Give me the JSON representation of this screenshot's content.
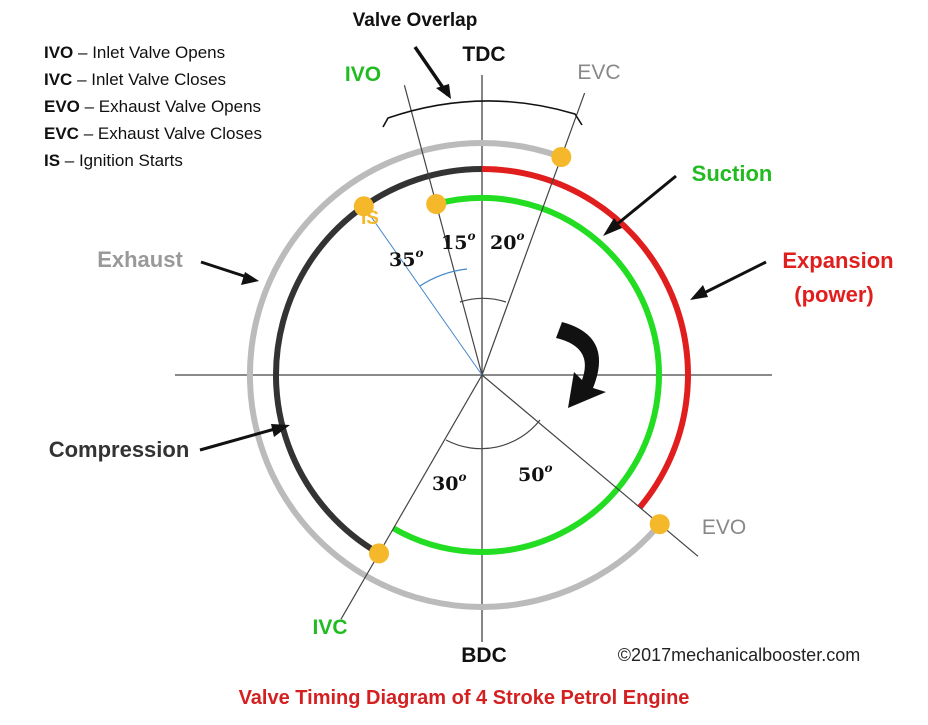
{
  "legend": [
    {
      "abbr": "IVO",
      "desc": " – Inlet Valve Opens"
    },
    {
      "abbr": "IVC",
      "desc": " – Inlet Valve Closes"
    },
    {
      "abbr": "EVO",
      "desc": " – Exhaust Valve Opens"
    },
    {
      "abbr": "EVC",
      "desc": " – Exhaust Valve Closes"
    },
    {
      "abbr": "IS",
      "desc": " – Ignition Starts"
    }
  ],
  "labels": {
    "valve_overlap": "Valve Overlap",
    "tdc": "TDC",
    "bdc": "BDC",
    "ivo": "IVO",
    "evc": "EVC",
    "is": "IS",
    "evo": "EVO",
    "ivc": "IVC",
    "suction": "Suction",
    "expansion": "Expansion",
    "power": "(power)",
    "exhaust": "Exhaust",
    "compression": "Compression"
  },
  "angles": {
    "ivo_before_tdc": "15",
    "evc_after_tdc": "20",
    "is_before_tdc": "35",
    "ivc_after_bdc": "30",
    "evo_before_bdc": "50",
    "superscript": "o"
  },
  "copyright": "©2017mechanicalbooster.com",
  "caption": "Valve Timing Diagram of 4 Stroke Petrol Engine",
  "colors": {
    "suction": "#22dd22",
    "expansion": "#e01e1e",
    "compression": "#333333",
    "exhaust": "#bbbbbb",
    "marker": "#f5b82a",
    "ivo_ivc_label": "#22bb22",
    "evc_evo_label": "#888888",
    "is_label": "#f5b82a",
    "caption": "#d42020",
    "angle_arc": "#4488cc"
  }
}
